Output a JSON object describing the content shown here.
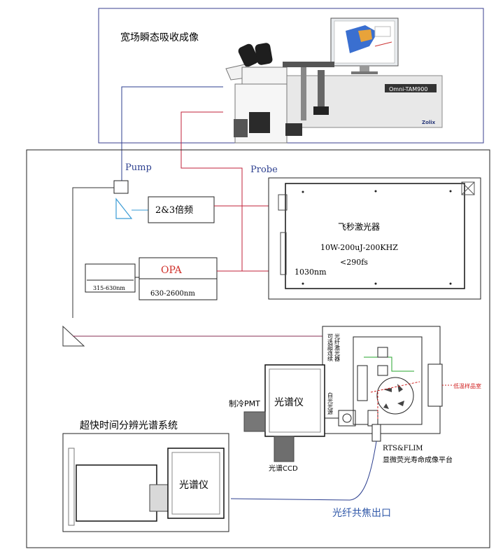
{
  "top": {
    "title": "宽场瞬态吸收成像",
    "brand": "Omni-TAM900",
    "maker": "Zolix"
  },
  "beams": {
    "pump": "Pump",
    "probe": "Probe"
  },
  "doubler": "2&3倍频",
  "opa": {
    "label": "OPA",
    "range": "630-2600nm"
  },
  "uv_range": "315-630nm",
  "laser": {
    "name": "飞秒激光器",
    "spec1": "10W-200uJ-200KHZ",
    "spec2": "<290fs",
    "wavelength": "1030nm"
  },
  "module_labels": {
    "vertical_1": "可选超连续",
    "vertical_2": "光纤激光器",
    "white_light": "白光光源",
    "low_temp": "低温样品室"
  },
  "pmt": "制冷PMT",
  "spectrometer": "光谱仪",
  "ccd": "光谱CCD",
  "rts": {
    "line1": "RTS&FLIM",
    "line2": "显微荧光寿命成像平台"
  },
  "ultrafast": {
    "title": "超快时间分辨光谱系统",
    "spectrometer": "光谱仪"
  },
  "fiber_out": "光纤共焦出口",
  "colors": {
    "pump_line": "#2c3f8f",
    "probe_line": "#c0223a",
    "prism": "#3a9bd5",
    "opa_text": "#d0302a",
    "fiber_text": "#2f57a8",
    "low_temp_text": "#d02020",
    "beam_green": "#27a52d"
  }
}
